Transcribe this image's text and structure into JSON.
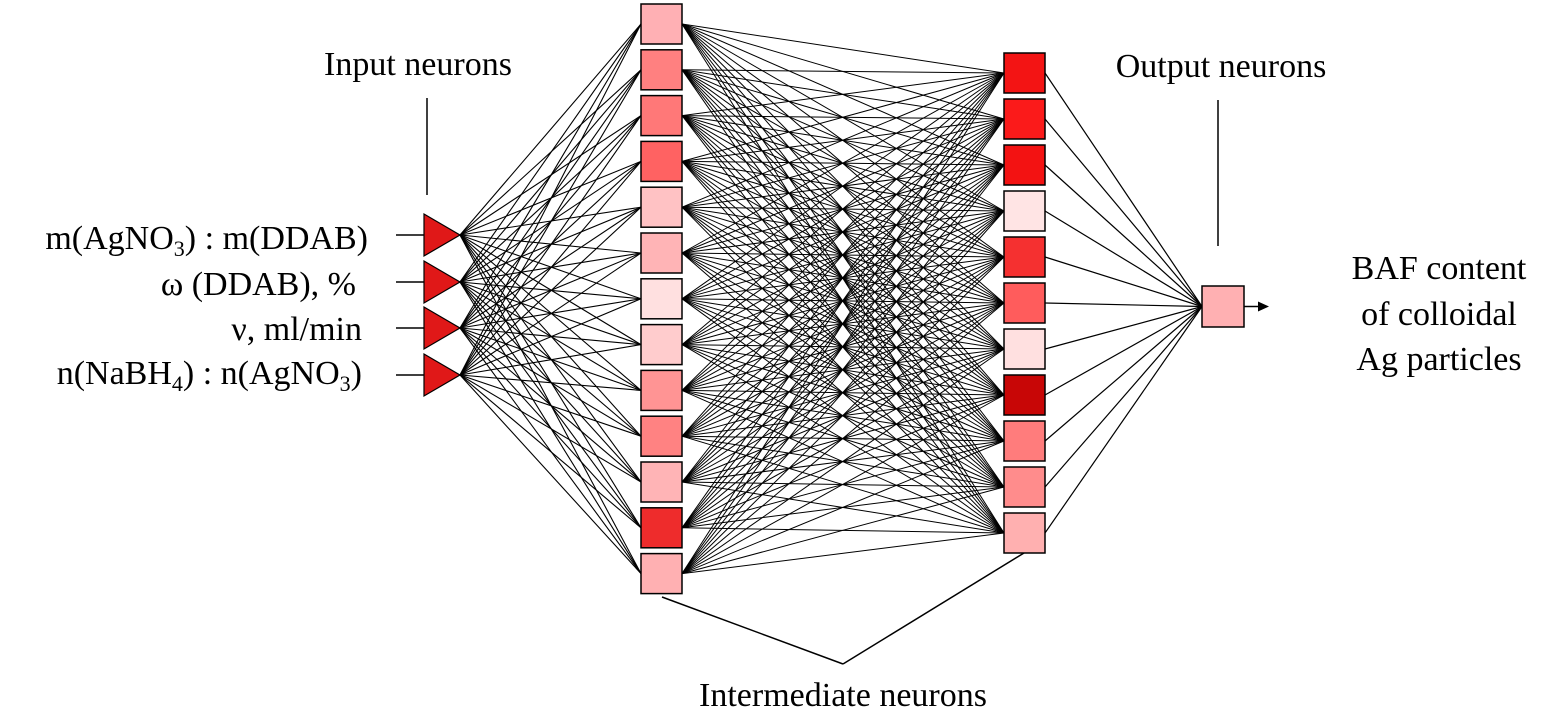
{
  "labels": {
    "input_neurons": "Input neurons",
    "output_neurons": "Output neurons",
    "intermediate_neurons": "Intermediate neurons",
    "result_line1": "BAF content",
    "result_line2": "of colloidal",
    "result_line3": "Ag particles"
  },
  "inputs": [
    {
      "parts": [
        {
          "t": "m(AgNO"
        },
        {
          "t": "3",
          "sub": true
        },
        {
          "t": ") : m(DDAB)"
        }
      ]
    },
    {
      "parts": [
        {
          "t": "ω (DDAB), %"
        }
      ]
    },
    {
      "parts": [
        {
          "t": "ν, ml/min"
        }
      ]
    },
    {
      "parts": [
        {
          "t": "n(NaBH"
        },
        {
          "t": "4",
          "sub": true
        },
        {
          "t": ") : n(AgNO"
        },
        {
          "t": "3",
          "sub": true
        },
        {
          "t": ")"
        }
      ]
    }
  ],
  "colors": {
    "input_triangle": "#e01818",
    "hidden1": [
      "#ffb0b4",
      "#ff8080",
      "#ff7878",
      "#ff6262",
      "#ffc2c4",
      "#ffb4b6",
      "#ffe0e0",
      "#ffcccd",
      "#ff9494",
      "#ff8282",
      "#ffb4b6",
      "#ee2c2c",
      "#ffb0b2"
    ],
    "hidden2": [
      "#f31414",
      "#fb1a1a",
      "#f31212",
      "#ffe4e4",
      "#f53030",
      "#ff5c5c",
      "#ffe0e0",
      "#c80606",
      "#ff7c7c",
      "#ff8c8c",
      "#ffb0b0"
    ],
    "output": "#ffb0b2",
    "stroke": "#000000"
  }
}
